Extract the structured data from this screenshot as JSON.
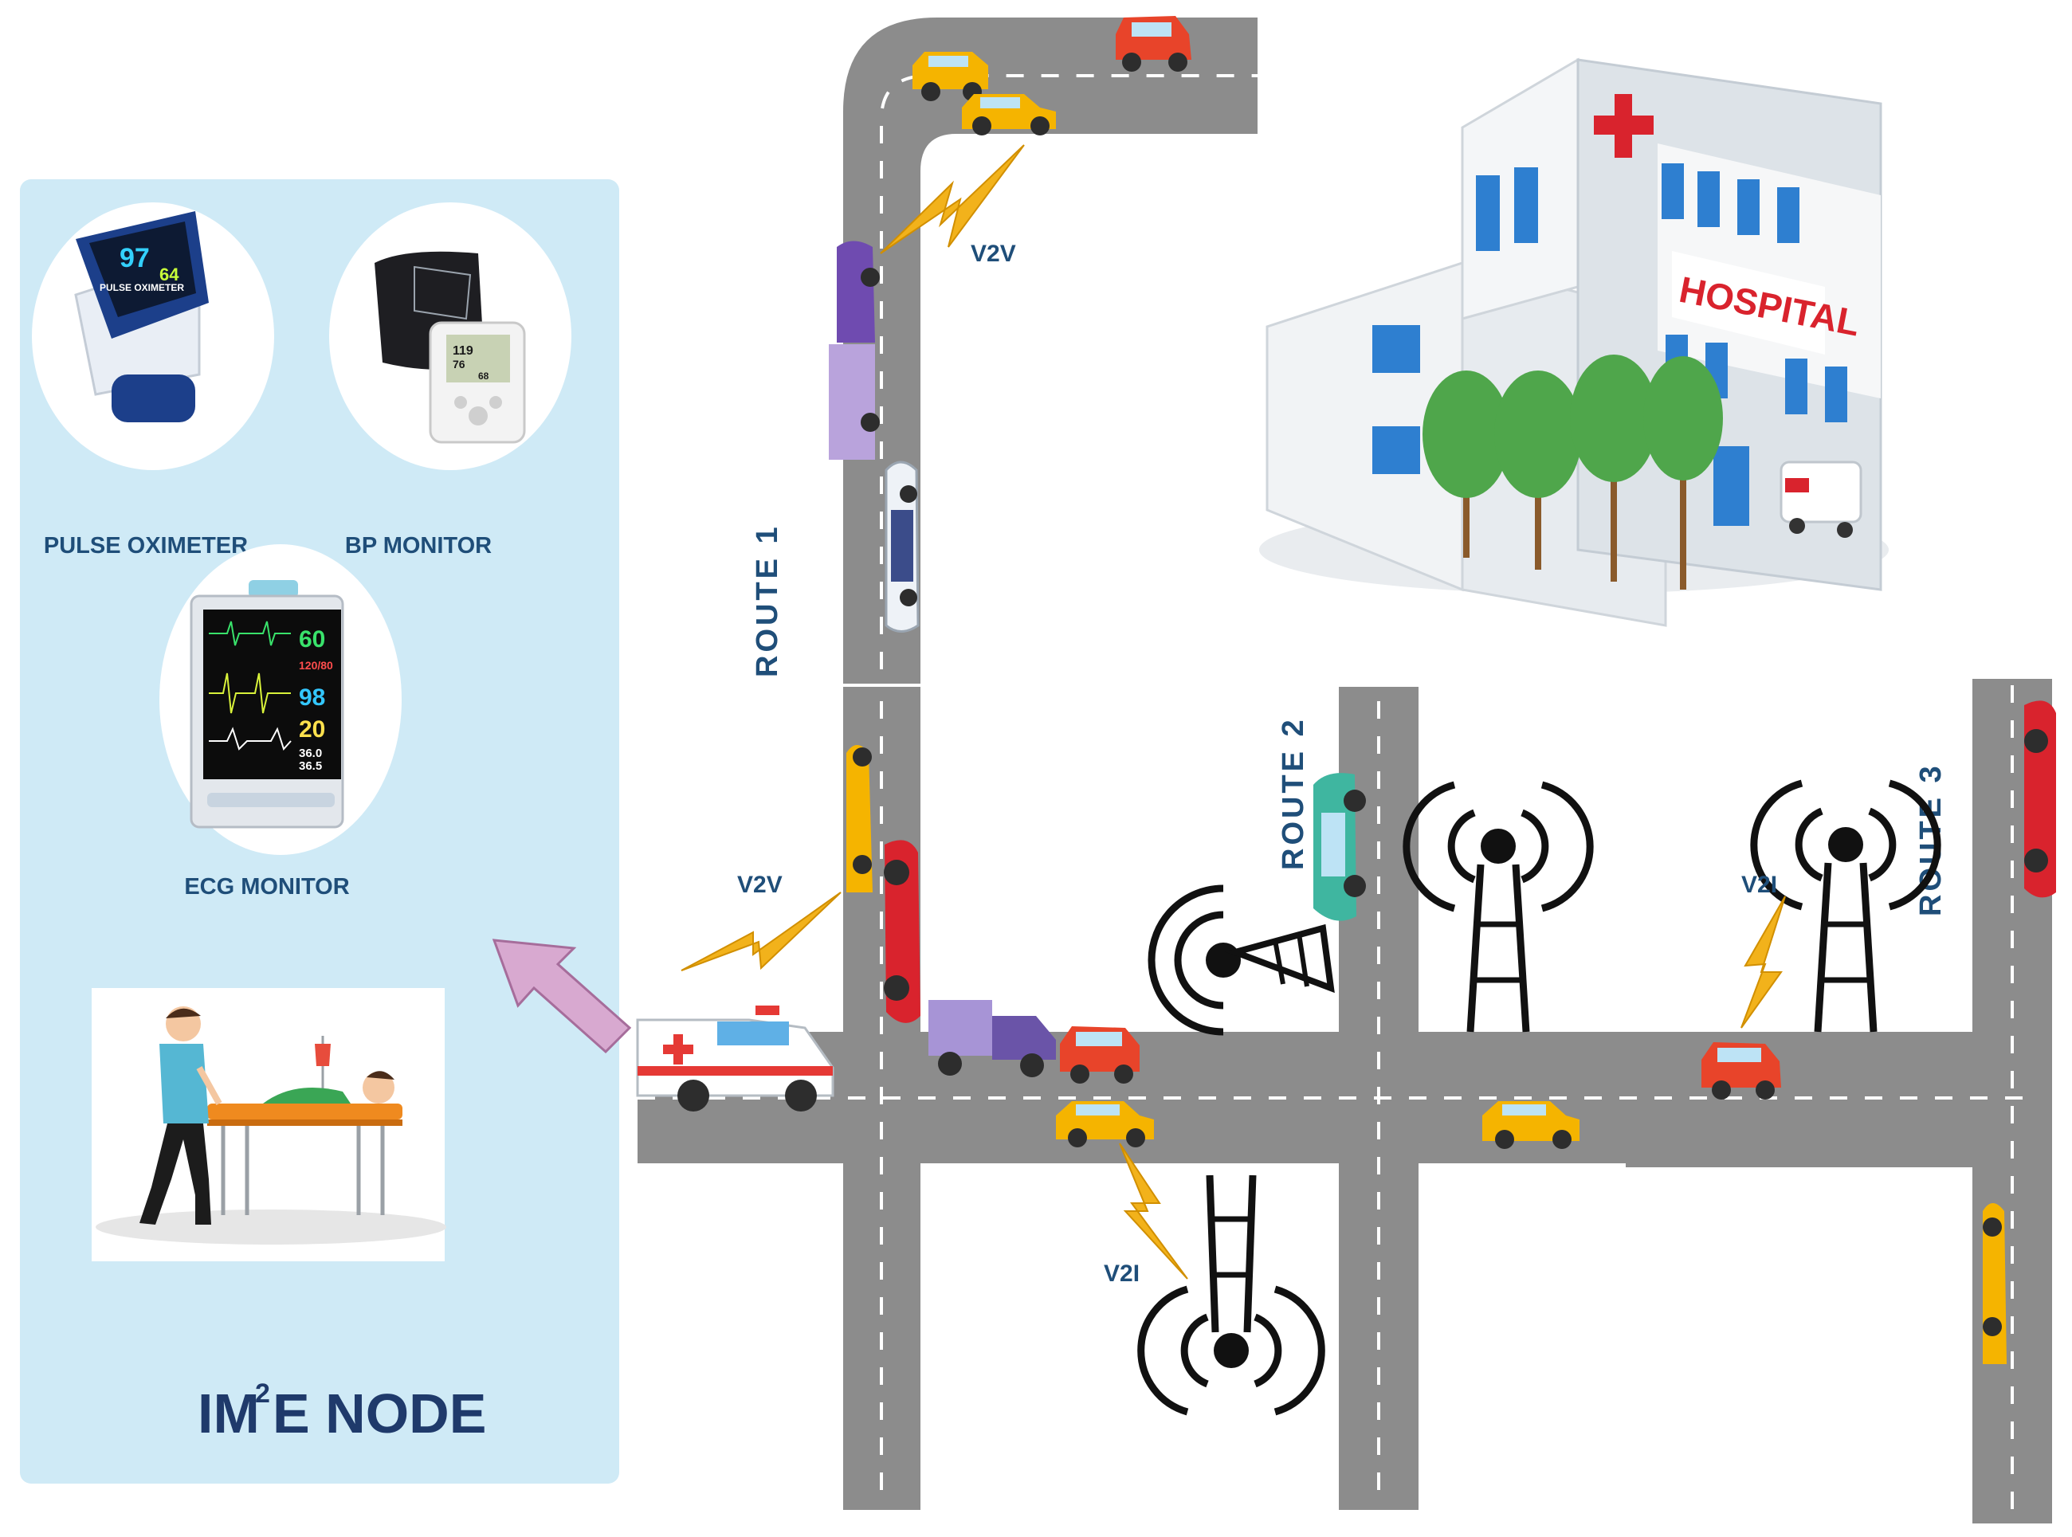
{
  "node_panel": {
    "devices": [
      {
        "label": "PULSE OXIMETER",
        "screen": [
          "97",
          "64",
          "PULSE OXIMETER"
        ]
      },
      {
        "label": "BP MONITOR",
        "screen": [
          "119",
          "76",
          "68"
        ]
      },
      {
        "label": "ECG MONITOR",
        "screen": [
          "60",
          "120/80",
          "98",
          "20",
          "36.0",
          "36.5"
        ]
      }
    ],
    "title_main": "IM",
    "title_sup": "2",
    "title_rest": "E NODE"
  },
  "routes": [
    "ROUTE 1",
    "ROUTE 2",
    "ROUTE 3"
  ],
  "links": {
    "v2v_top": "V2V",
    "v2v_mid": "V2V",
    "v2i_right": "V2I",
    "v2i_bottom": "V2I"
  },
  "hospital": {
    "sign": "HOSPITAL"
  },
  "colors": {
    "panel": "#cfeaf6",
    "road": "#8c8c8c",
    "label_blue": "#1f4e79",
    "lightning": "#f2b21b",
    "taxi": "#f5b400",
    "red_car": "#e8442a"
  }
}
